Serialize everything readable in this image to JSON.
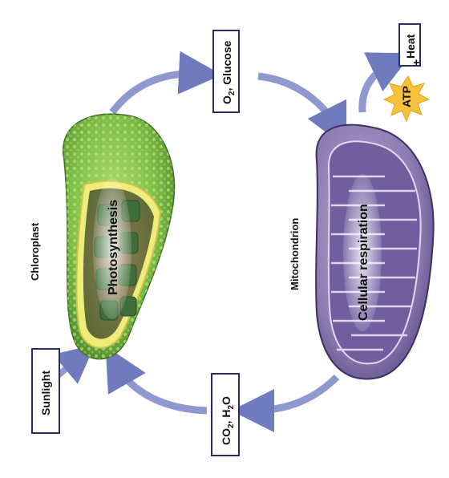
{
  "organelles": {
    "chloroplast": "Chloroplast",
    "mitochondrion": "Mitochondrion"
  },
  "processes": {
    "photosynthesis": "Photosynthesis",
    "respiration": "Cellular respiration"
  },
  "boxes": {
    "sunlight": "Sunlight",
    "o2_glucose": {
      "main": "O",
      "sub": "2",
      "rest": ", Glucose"
    },
    "co2_h2o": {
      "main": "CO",
      "sub": "2",
      "mid": ", H",
      "sub2": "2",
      "rest": "O"
    },
    "heat": "Heat"
  },
  "atp": {
    "label": "ATP",
    "plus": "+"
  },
  "colors": {
    "arrow": "#7d87c4",
    "chloroplast_outer": "#7cbc48",
    "chloroplast_inner": "#5c8a3e",
    "chloroplast_rim": "#e8e676",
    "mito_outer": "#8a7bb0",
    "mito_inner": "#5a4a86",
    "cristae": "#d8c8ec",
    "starburst": "#f5c242",
    "box_stroke": "#2a2a6a"
  }
}
